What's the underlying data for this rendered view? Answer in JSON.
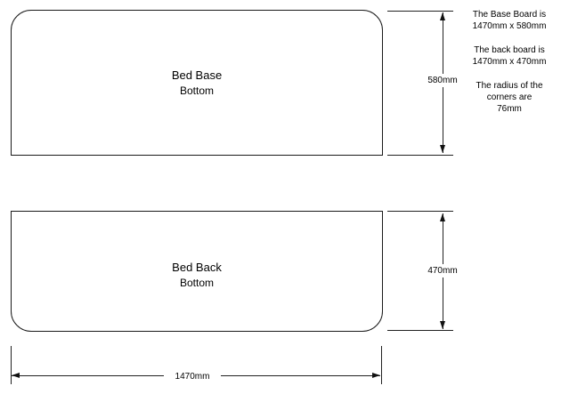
{
  "page": {
    "background": "#ffffff",
    "outline_color": "#1a1a1a",
    "dimension_line_color": "#222222",
    "text_color": "#000000"
  },
  "boards": {
    "base": {
      "name": "Bed Base",
      "face": "Bottom"
    },
    "back": {
      "name": "Bed Back",
      "face": "Bottom"
    }
  },
  "dimensions": {
    "base_height_label": "580mm",
    "back_height_label": "470mm",
    "width_label": "1470mm"
  },
  "notes": [
    {
      "line1": "The Base Board is",
      "line2": "1470mm x 580mm"
    },
    {
      "line1": "The back board is",
      "line2": "1470mm x 470mm"
    },
    {
      "line1": "The radius of the",
      "line2": "corners are",
      "line3": "76mm"
    }
  ]
}
